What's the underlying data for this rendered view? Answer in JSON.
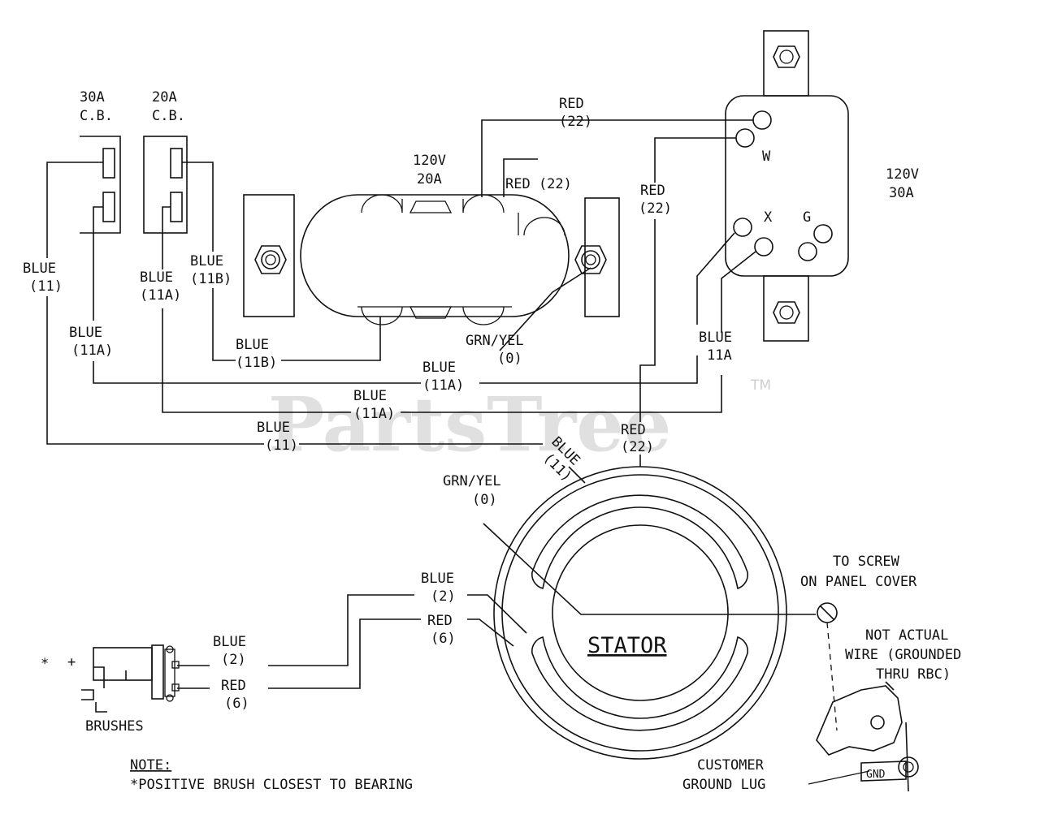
{
  "breakers": [
    {
      "rating": "30A",
      "type": "C.B."
    },
    {
      "rating": "20A",
      "type": "C.B."
    }
  ],
  "receptacle_20a": {
    "voltage": "120V",
    "current": "20A"
  },
  "receptacle_30a": {
    "voltage": "120V",
    "current": "30A",
    "terminal_w": "W",
    "terminal_x": "X",
    "terminal_g": "G"
  },
  "wires": {
    "red_22_top": [
      "RED",
      "(22)"
    ],
    "red_22_recept": "RED (22)",
    "red_22_vertical": [
      "RED",
      "(22)"
    ],
    "red_22_stator": [
      "RED",
      "(22)"
    ],
    "blue_11_left": [
      "BLUE",
      "(11)"
    ],
    "blue_11a_mid": [
      "BLUE",
      "(11A)"
    ],
    "blue_11b_cb": [
      "BLUE",
      "(11B)"
    ],
    "blue_11a_left": [
      "BLUE",
      "(11A)"
    ],
    "blue_11b_low": [
      "BLUE",
      "(11B)"
    ],
    "grn_yel_recept": [
      "GRN/YEL",
      "(0)"
    ],
    "blue_11a_h1": [
      "BLUE",
      "(11A)"
    ],
    "blue_11a_right": [
      "BLUE",
      "11A"
    ],
    "blue_11a_h2": [
      "BLUE",
      "(11A)"
    ],
    "blue_11_h": [
      "BLUE",
      "(11)"
    ],
    "blue_11_stator": [
      "BLUE",
      "(11)"
    ],
    "grn_yel_stator": [
      "GRN/YEL",
      "(0)"
    ],
    "blue_2_stator": [
      "BLUE",
      "(2)"
    ],
    "red_6_stator": [
      "RED",
      "(6)"
    ],
    "blue_2_brush": [
      "BLUE",
      "(2)"
    ],
    "red_6_brush": [
      "RED",
      "(6)"
    ]
  },
  "components": {
    "stator": "STATOR",
    "brushes": "BRUSHES",
    "brush_asterisk": "*",
    "brush_plus": "+",
    "to_screw": [
      "TO SCREW",
      "ON PANEL COVER"
    ],
    "not_actual": [
      "NOT ACTUAL",
      "WIRE (GROUNDED",
      "THRU RBC)"
    ],
    "customer_lug": [
      "CUSTOMER",
      "GROUND LUG"
    ],
    "gnd": "GND"
  },
  "note": {
    "title": "NOTE:",
    "text": "*POSITIVE BRUSH CLOSEST TO BEARING"
  },
  "watermark": {
    "text": "PartsTree",
    "tm": "TM"
  }
}
